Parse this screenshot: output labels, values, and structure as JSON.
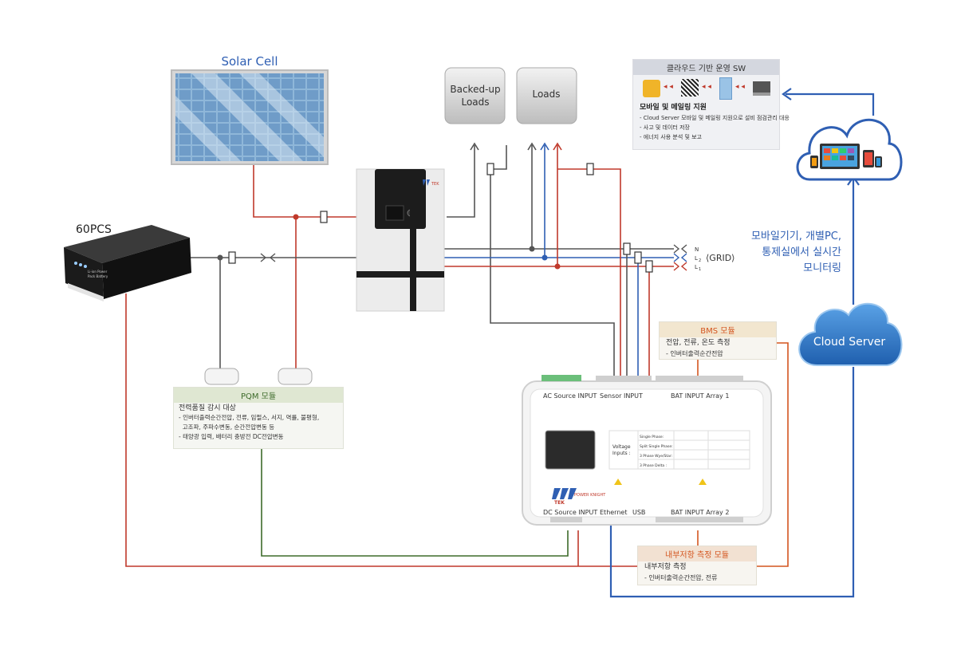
{
  "solar": {
    "label": "Solar Cell"
  },
  "pcs": {
    "label": "60PCS",
    "front_text_1": "Li-ion Power",
    "front_text_2": "Pack Battery"
  },
  "loads": {
    "backed_label": "Backed-up\nLoads",
    "backed_line1": "Backed-up",
    "backed_line2": "Loads",
    "loads_label": "Loads"
  },
  "inverter": {
    "brand": "TEK"
  },
  "grid": {
    "label": "⟨GRID⟩",
    "n": "N",
    "l2": "L",
    "l2_sub": "2",
    "l1": "L",
    "l1_sub": "1"
  },
  "cloud_sw": {
    "title": "클라우드 기반 운영 SW",
    "section_title": "모바일 및 메일링 지원",
    "items": [
      "- Cloud Server 모바일 및 메일링 지원으로 설비 점검관리 대응",
      "- 사고 및 데이터 저장",
      "- 에너지 사용 분석 및 보고"
    ]
  },
  "monitoring": {
    "lines": [
      "모바일기기, 개별PC,",
      "통제실에서 실시간",
      "모니터링"
    ]
  },
  "cloud_server": {
    "label": "Cloud Server"
  },
  "bms": {
    "title": "BMS 모듈",
    "line1": "전압, 전류, 온도 측정",
    "line2": "- 인버터출력순간전압"
  },
  "pqm": {
    "title": "PQM 모듈",
    "section_title": "전력품질 감시 대상",
    "items": [
      "- 인버터출력순간전압, 전류, 임펄스, 서지, 역률, 불평형,",
      "  고조파, 주파수변동, 순간전압변동 등",
      "- 태양광 입력, 배터리 충방전 DC전압변동"
    ]
  },
  "resist": {
    "title": "내부저항 측정 모듈",
    "line1": "내부저항 측정",
    "line2": "- 인버터출력순간전압, 전류"
  },
  "device": {
    "ac_source": "AC Source INPUT",
    "sensor": "Sensor INPUT",
    "bat1": "BAT INPUT Array 1",
    "dc_source": "DC Source INPUT",
    "ethernet": "Ethernet",
    "usb": "USB",
    "bat2": "BAT INPUT Array 2",
    "voltage_inputs": "Voltage\nInputs :",
    "voltage_inputs_1": "Voltage",
    "voltage_inputs_2": "Inputs :",
    "phases": [
      "Single Phase:",
      "Split Single Phase:",
      "3 Phase Wye/Star:",
      "3 Phase Delta :"
    ],
    "brand": "TEK",
    "brand_sub": "POWER KNIGHT"
  },
  "colors": {
    "red": "#c0392b",
    "blue": "#2f5fb3",
    "gray": "#555555",
    "green": "#3d6b2a",
    "orange": "#d4551f"
  }
}
